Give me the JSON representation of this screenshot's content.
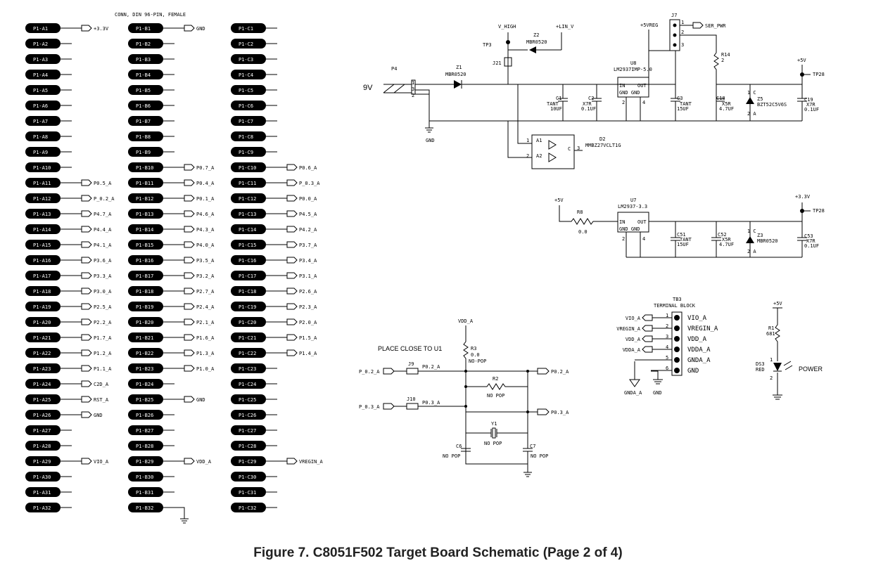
{
  "connector": {
    "title": "CONN, DIN 96-PIN, FEMALE",
    "columns": [
      {
        "prefix": "P1-A",
        "nets": {
          "1": "+3.3V",
          "11": "P0.5_A",
          "12": "P_0.2_A",
          "13": "P4.7_A",
          "14": "P4.4_A",
          "15": "P4.1_A",
          "16": "P3.6_A",
          "17": "P3.3_A",
          "18": "P3.0_A",
          "19": "P2.5_A",
          "20": "P2.2_A",
          "21": "P1.7_A",
          "22": "P1.2_A",
          "23": "P1.1_A",
          "24": "C2D_A",
          "25": "RST_A",
          "26": "GND",
          "29": "VIO_A"
        }
      },
      {
        "prefix": "P1-B",
        "nets": {
          "1": "GND",
          "10": "P0.7_A",
          "11": "P0.4_A",
          "12": "P0.1_A",
          "13": "P4.6_A",
          "14": "P4.3_A",
          "15": "P4.0_A",
          "16": "P3.5_A",
          "17": "P3.2_A",
          "18": "P2.7_A",
          "19": "P2.4_A",
          "20": "P2.1_A",
          "21": "P1.6_A",
          "22": "P1.3_A",
          "23": "P1.0_A",
          "25": "GND",
          "29": "VDD_A"
        }
      },
      {
        "prefix": "P1-C",
        "nets": {
          "10": "P0.6_A",
          "11": "P_0.3_A",
          "12": "P0.0_A",
          "13": "P4.5_A",
          "14": "P4.2_A",
          "15": "P3.7_A",
          "16": "P3.4_A",
          "17": "P3.1_A",
          "18": "P2.6_A",
          "19": "P2.3_A",
          "20": "P2.0_A",
          "21": "P1.5_A",
          "22": "P1.4_A",
          "29": "VREGIN_A"
        }
      }
    ]
  },
  "power_section": {
    "p4": "P4",
    "input_voltage": "9V",
    "gnd": "GND",
    "tp3": "TP3",
    "v_high": "V_HIGH",
    "lin_v": "+LIN_V",
    "z1": "Z1",
    "z1_part": "MBR0520",
    "z2": "Z2",
    "z2_part": "MBR0520",
    "j21": "J21",
    "u8": "U8",
    "u8_part": "LM2937IMP-5.0",
    "c1": "C1",
    "c1_type": "TANT",
    "c1_val": "10UF",
    "c2": "C2",
    "c2_type": "X7R",
    "c2_val": "0.1UF",
    "c3": "C3",
    "c3_type": "TANT",
    "c3_val": "15UF",
    "c18": "C18",
    "c18_type": "X5R",
    "c18_val": "4.7UF",
    "z5": "Z5",
    "z5_part": "BZT52C5V6S",
    "c19": "C19",
    "c19_type": "X7R",
    "c19_val": "0.1UF",
    "plus5vreg": "+5VREG",
    "j7": "J7",
    "ser_pwr": "SER_PWR",
    "r14": "R14",
    "plus5v": "+5V",
    "tp28": "TP28",
    "d2": "D2",
    "d2_part": "MMBZ27VCLT1G",
    "u7": "U7",
    "u7_part": "LM2937-3.3",
    "r8": "R8",
    "r8_val": "0.0",
    "c51": "C51",
    "c51_type": "TANT",
    "c51_val": "15UF",
    "c52": "C52",
    "c52_type": "X5R",
    "c52_val": "4.7UF",
    "z3": "Z3",
    "z3_part": "MBR0520",
    "c53": "C53",
    "c53_type": "X7R",
    "c53_val": "0.1UF",
    "plus3v3": "+3.3V"
  },
  "crystal_section": {
    "vdd_a": "VDD_A",
    "r3": "R3",
    "r3_val": "0.0",
    "r3_pop": "NO-POP",
    "note": "PLACE CLOSE TO U1",
    "p02_in": "P_0.2_A",
    "p03_in": "P_0.3_A",
    "j9": "J9",
    "j10": "J10",
    "p02_net": "P0.2_A",
    "p03_net": "P0.3_A",
    "r2": "R2",
    "r2_pop": "NO POP",
    "y1": "Y1",
    "y1_pop": "NO POP",
    "c6": "C6",
    "c6_pop": "NO POP",
    "c7": "C7",
    "c7_pop": "NO POP"
  },
  "terminal_block": {
    "tb3": "TB3",
    "title": "TERMINAL BLOCK",
    "rows": [
      {
        "pin": "1",
        "in": "VIO_A",
        "out": "VIO_A"
      },
      {
        "pin": "2",
        "in": "VREGIN_A",
        "out": "VREGIN_A"
      },
      {
        "pin": "3",
        "in": "VDD_A",
        "out": "VDD_A"
      },
      {
        "pin": "4",
        "in": "VDDA_A",
        "out": "VDDA_A"
      },
      {
        "pin": "5",
        "in": "",
        "out": "GNDA_A"
      },
      {
        "pin": "6",
        "in": "",
        "out": "GND"
      }
    ],
    "gnda": "GNDA_A",
    "gnd": "GND"
  },
  "led_section": {
    "plus5v": "+5V",
    "r1": "R1",
    "r1_val": "681",
    "ds3": "DS3",
    "ds3_color": "RED",
    "label": "POWER"
  },
  "caption": "Figure 7. C8051F502 Target Board Schematic (Page 2 of 4)"
}
